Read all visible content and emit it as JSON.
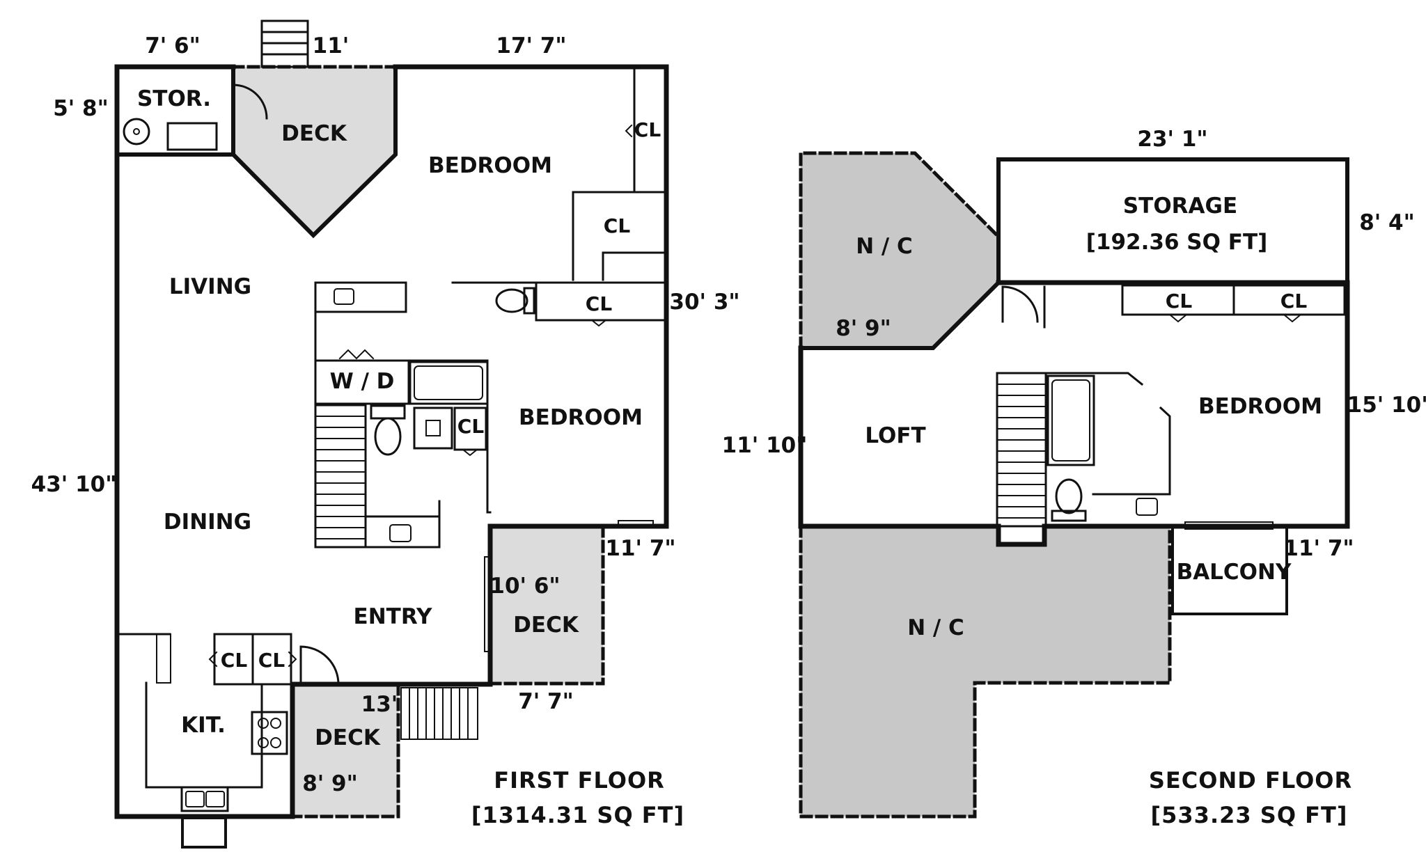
{
  "first_floor": {
    "title": "FIRST FLOOR",
    "area": "[1314.31 SQ FT]",
    "rooms": {
      "storage": "STOR.",
      "deck_top": "DECK",
      "bedroom_1": "BEDROOM",
      "bedroom_2": "BEDROOM",
      "living": "LIVING",
      "dining": "DINING",
      "entry": "ENTRY",
      "kitchen": "KIT.",
      "deck_right": "DECK",
      "deck_bottom": "DECK",
      "washer_dryer": "W / D",
      "closet_1": "CL",
      "closet_2": "CL",
      "closet_3": "CL",
      "closet_4": "CL",
      "closet_5": "CL",
      "closet_6": "CL"
    },
    "dimensions": {
      "stor_width": "7' 6\"",
      "deck_width": "11'",
      "bedroom_width": "17' 7\"",
      "stor_depth": "5' 8\"",
      "bedroom_depth": "30' 3\"",
      "overall_depth": "43' 10\"",
      "right_deck_depth": "11' 7\"",
      "right_deck_height": "10' 6\"",
      "right_deck_width": "7' 7\"",
      "bottom_deck_height": "13'",
      "bottom_deck_width": "8' 9\""
    }
  },
  "second_floor": {
    "title": "SECOND FLOOR",
    "area": "[533.23 SQ FT]",
    "rooms": {
      "nc_top": "N / C",
      "storage": "STORAGE",
      "storage_area": "[192.36 SQ FT]",
      "loft": "LOFT",
      "bedroom": "BEDROOM",
      "balcony": "BALCONY",
      "nc_bottom": "N / C",
      "closet_1": "CL",
      "closet_2": "CL"
    },
    "dimensions": {
      "storage_width": "23' 1\"",
      "storage_depth": "8' 4\"",
      "nc_width": "8' 9\"",
      "loft_depth": "11' 10\"",
      "bedroom_depth": "15' 10\"",
      "balcony_width": "11' 7\""
    }
  }
}
